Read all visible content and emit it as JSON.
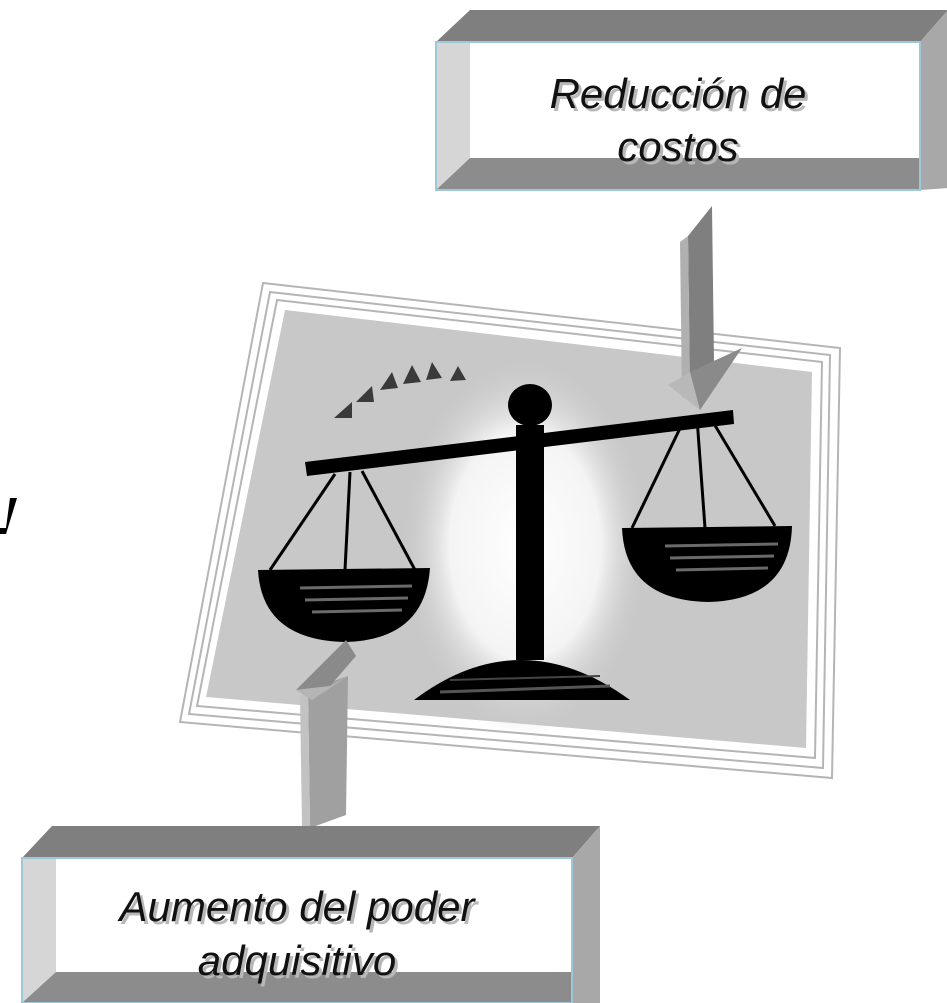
{
  "boxes": {
    "top": {
      "line1": "Reducción de",
      "line2": "costos"
    },
    "bottom": {
      "line1": "Aumento del poder",
      "line2": "adquisitivo"
    }
  },
  "icons": {
    "main": "balance-scale-icon",
    "top_arrow": "down-arrow-icon",
    "bottom_arrow": "up-arrow-icon",
    "decor": "triangle-arc-icon"
  },
  "colors": {
    "box_face": "#ffffff",
    "box_bevel_dark": "#7f7f7f",
    "box_bevel_light": "#dcdcdc",
    "box_edge": "#9cc8d8",
    "picture_bg": "#c8c8c8",
    "arrow": "#a0a0a0",
    "scale": "#000000"
  }
}
